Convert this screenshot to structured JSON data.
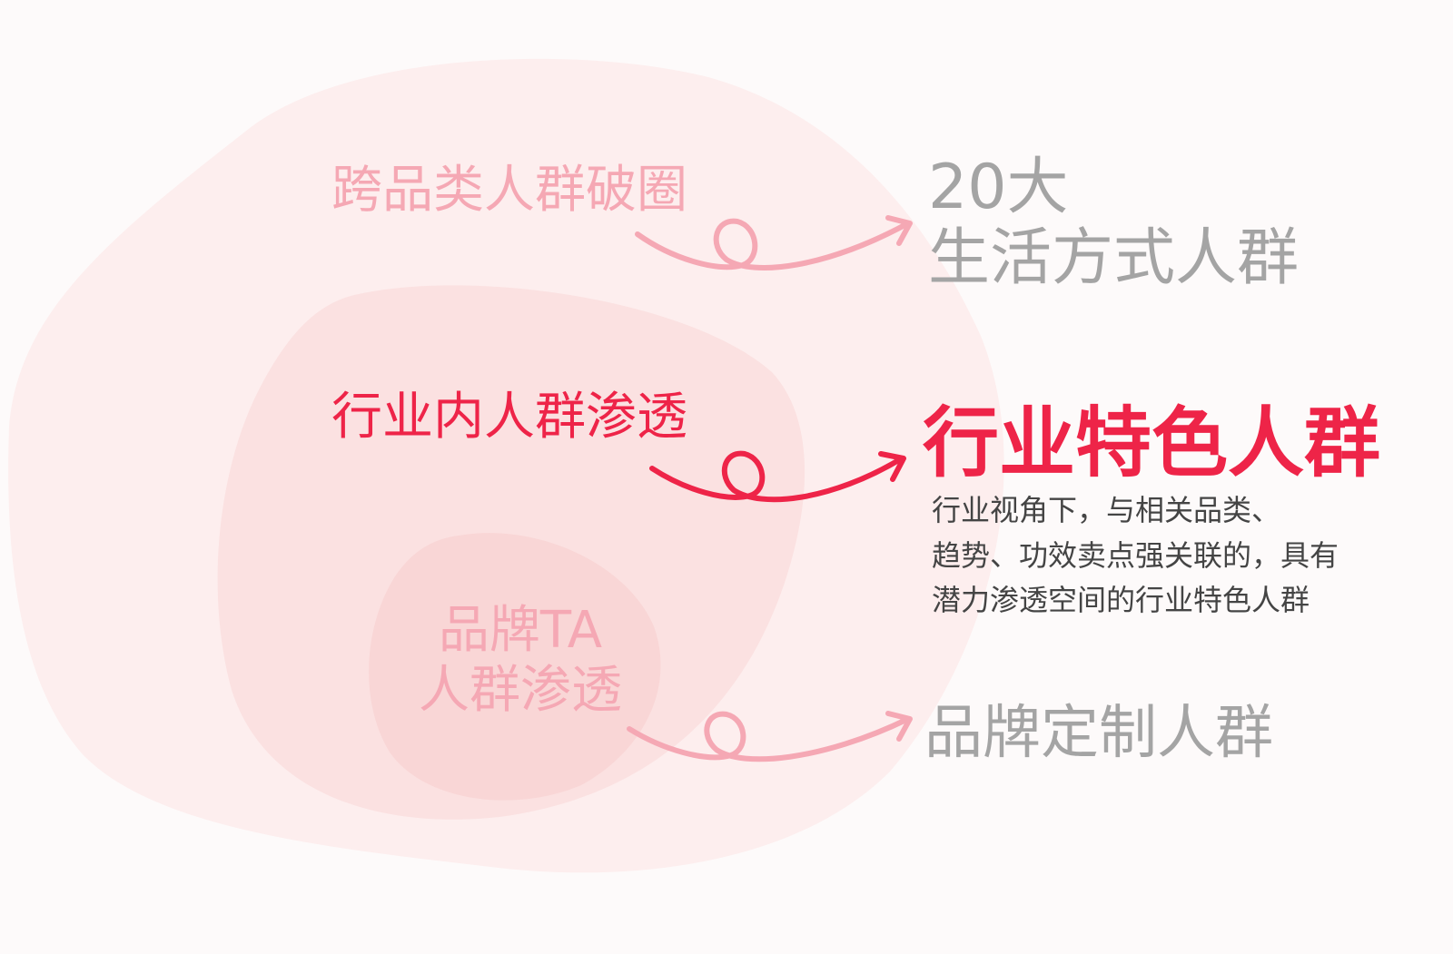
{
  "layers": {
    "outer": {
      "label": "跨品类人群破圈",
      "result_lines": [
        "20大",
        "生活方式人群"
      ]
    },
    "middle": {
      "label": "行业内人群渗透",
      "result_title": "行业特色人群",
      "description_lines": [
        "行业视角下，与相关品类、",
        "趋势、功效卖点强关联的，具有",
        "潜力渗透空间的行业特色人群"
      ]
    },
    "inner": {
      "label_lines": [
        "品牌TA",
        "人群渗透"
      ],
      "result": "品牌定制人群"
    }
  },
  "colors": {
    "outer_blob": "#fdeeee",
    "middle_blob": "#fbe1e1",
    "inner_blob": "#f9d6d6",
    "accent": "#ee2448",
    "soft_pink": "#f5a8b4",
    "gray": "#a4a4a4",
    "dark_text": "#444444",
    "background": "#fdfafa"
  }
}
